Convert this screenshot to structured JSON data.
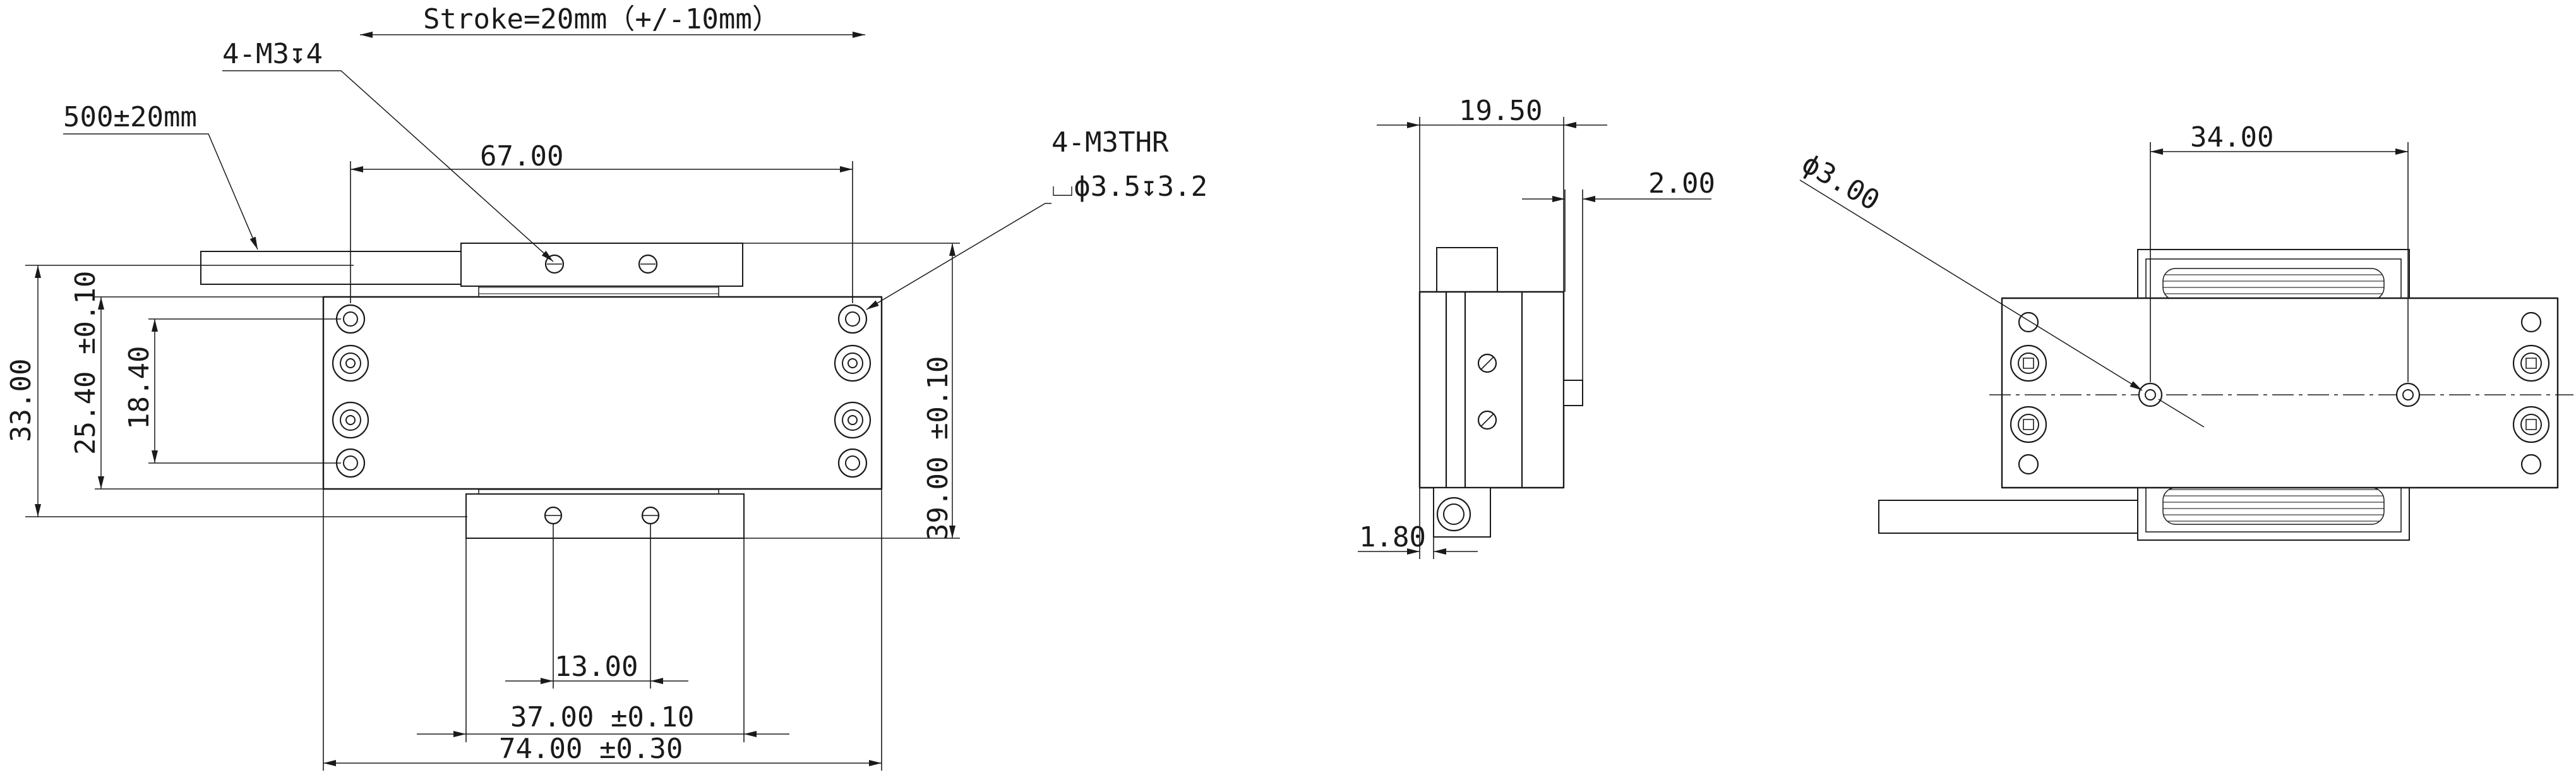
{
  "front_view": {
    "stroke_label": "Stroke=20mm（+/-10mm）",
    "thread_callout": "4-M3↧4",
    "cable_length": "500±20mm",
    "width_label": "67.00",
    "thru_callout": "4-M3THR",
    "counterbore_callout": "⌴ϕ3.5↧3.2",
    "height_label": "33.00",
    "inner_height_label": "25.40 ±0.10",
    "hole_pitch_label": "18.40",
    "total_height_label": "39.00 ±0.10",
    "stator_hole_pitch": "13.00",
    "stator_width": "37.00 ±0.10",
    "total_length": "74.00 ±0.30"
  },
  "side_view": {
    "depth_label": "19.50",
    "offset_label": "2.00",
    "base_label": "1.80"
  },
  "right_view": {
    "pitch_label": "34.00",
    "hole_dia_label": "ϕ3.00"
  }
}
